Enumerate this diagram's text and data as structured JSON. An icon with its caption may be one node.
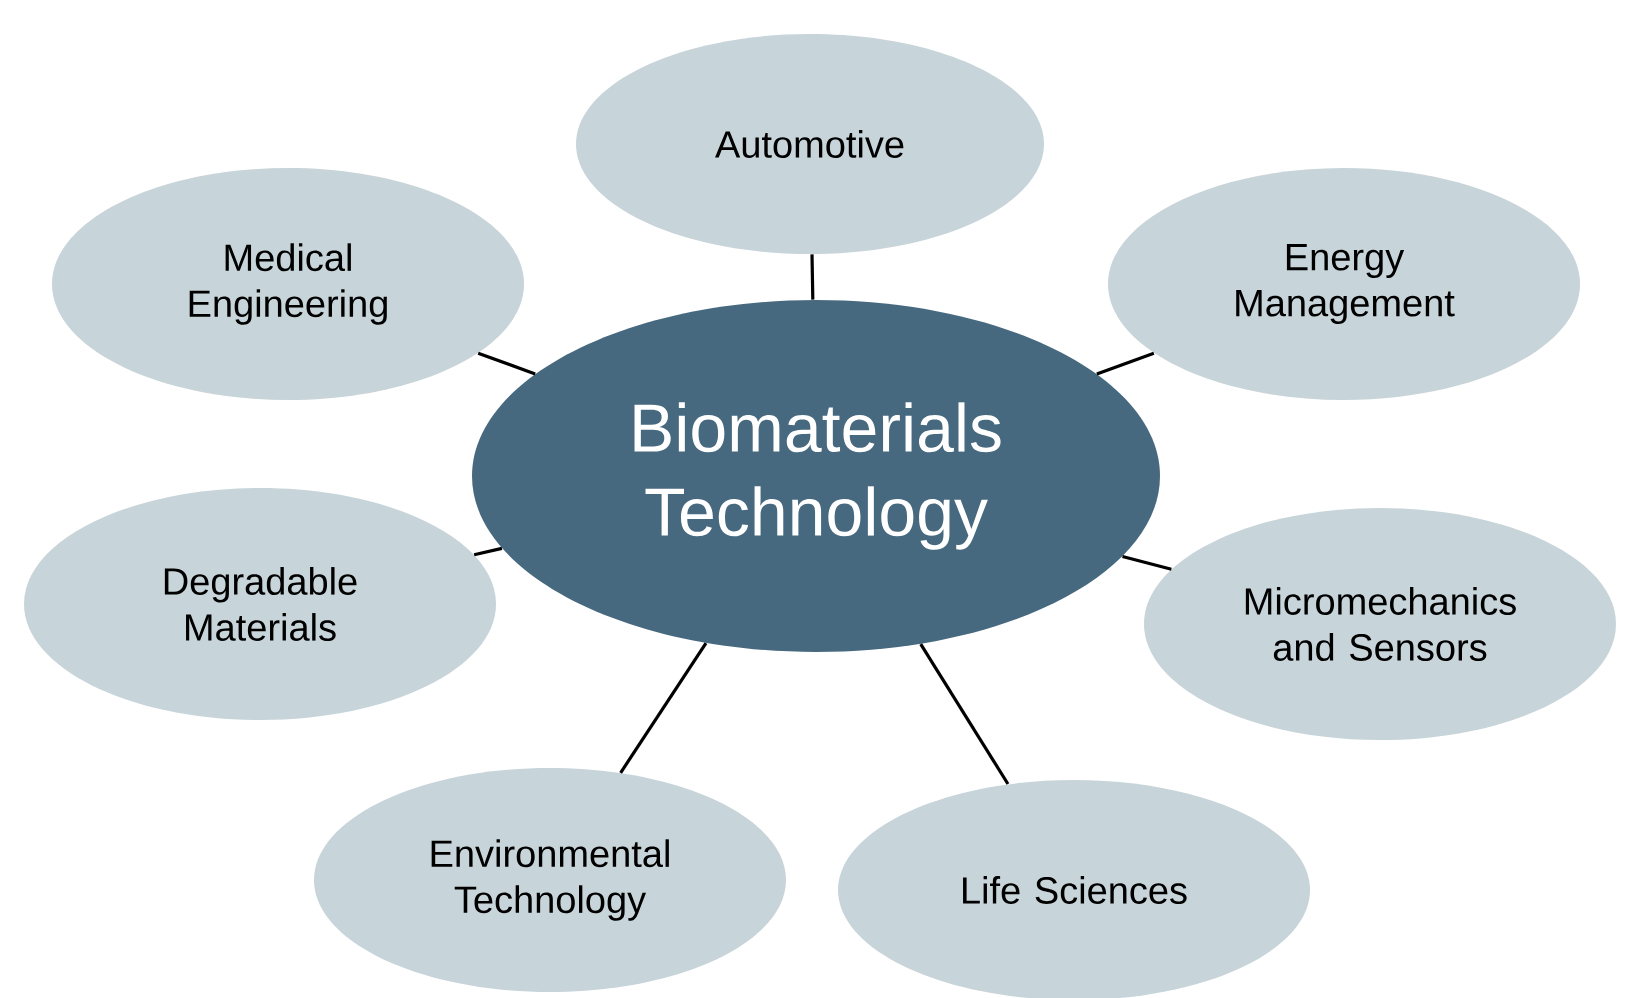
{
  "diagram": {
    "nodes": [
      {
        "text": [
          "Biomaterials Technology"
        ]
      },
      {
        "text": [
          "Automotive"
        ]
      },
      {
        "text": [
          "Medical Engineering"
        ]
      },
      {
        "text": [
          "Energy Management"
        ]
      },
      {
        "text": [
          "Degradable Materials"
        ]
      },
      {
        "text": [
          "Micromechanics and Sensors"
        ]
      },
      {
        "text": [
          "Environmental Technology"
        ]
      },
      {
        "text": [
          "Life Sciences"
        ]
      }
    ],
    "edges": [
      {
        "from": 0,
        "to": 1,
        "arrow": "none"
      },
      {
        "from": 0,
        "to": 2,
        "arrow": "none"
      },
      {
        "from": 0,
        "to": 3,
        "arrow": "none"
      },
      {
        "from": 0,
        "to": 4,
        "arrow": "none"
      },
      {
        "from": 0,
        "to": 5,
        "arrow": "none"
      },
      {
        "from": 0,
        "to": 6,
        "arrow": "none"
      },
      {
        "from": 0,
        "to": 7,
        "arrow": "none"
      }
    ]
  }
}
